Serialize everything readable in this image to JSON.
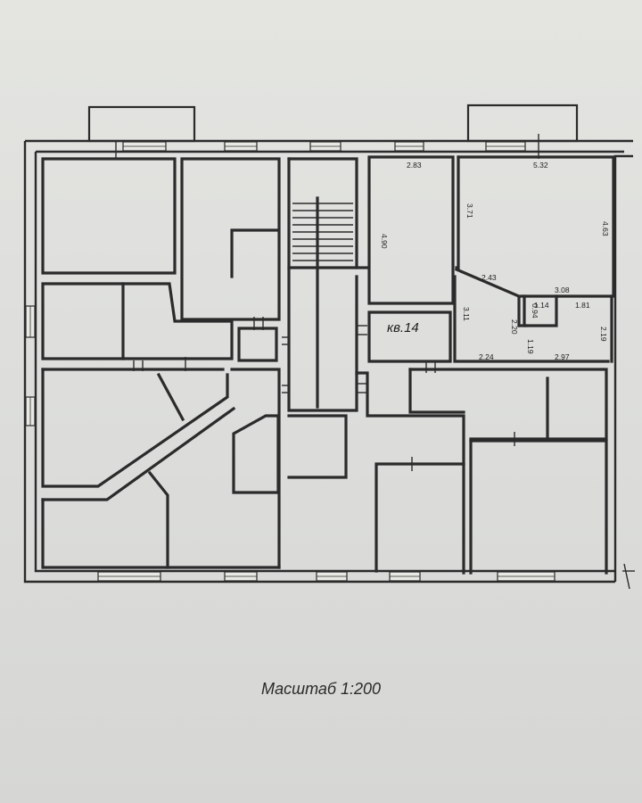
{
  "plan": {
    "apartment_label": "кв.14",
    "scale_label": "Масштаб 1:200",
    "dimensions": {
      "room_a_width": "2.83",
      "room_a_height": "4.90",
      "room_b_width": "5.32",
      "room_b_left": "3.71",
      "room_b_right": "4.63",
      "diag_wall": "2.43",
      "corridor": "3.11",
      "bath_top": "3.08",
      "wc_top": "1.14",
      "small_side": "0.94",
      "bath_width": "1.81",
      "hall_height": "2.20",
      "bath_height": "2.19",
      "hall_bottom": "2.24",
      "wc_height": "1.19",
      "bath_bottom": "2.97"
    }
  }
}
